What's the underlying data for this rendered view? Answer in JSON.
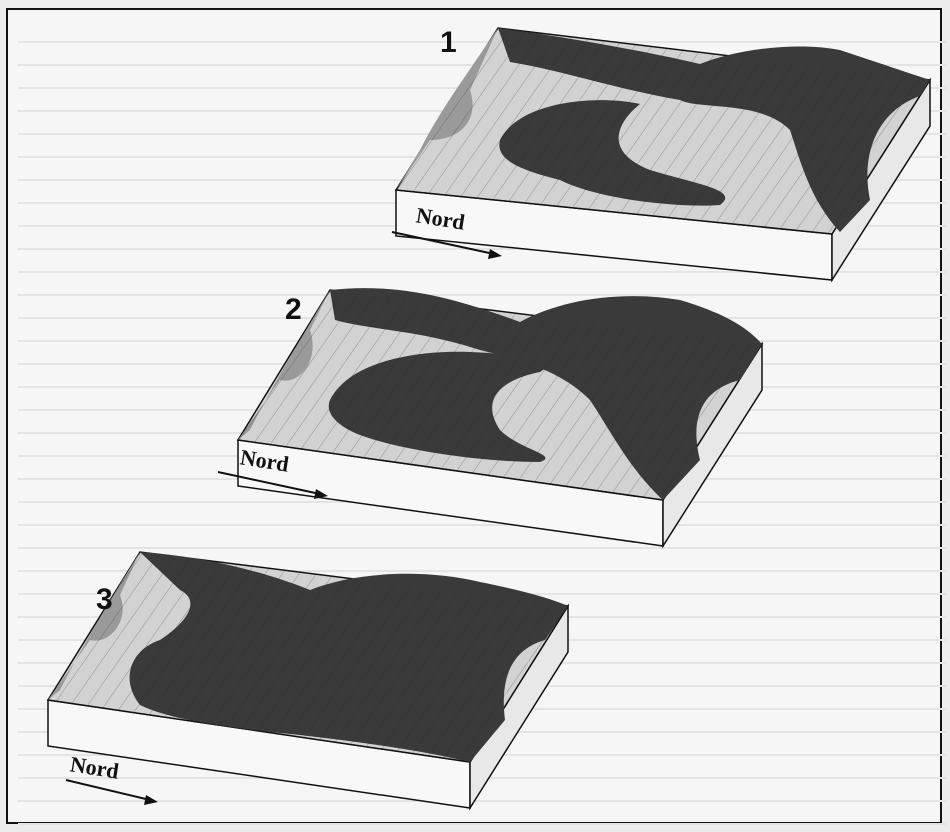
{
  "diagram": {
    "blocks": [
      {
        "number": "1",
        "north_label": "Nord"
      },
      {
        "number": "2",
        "north_label": "Nord"
      },
      {
        "number": "3",
        "north_label": "Nord"
      }
    ]
  }
}
